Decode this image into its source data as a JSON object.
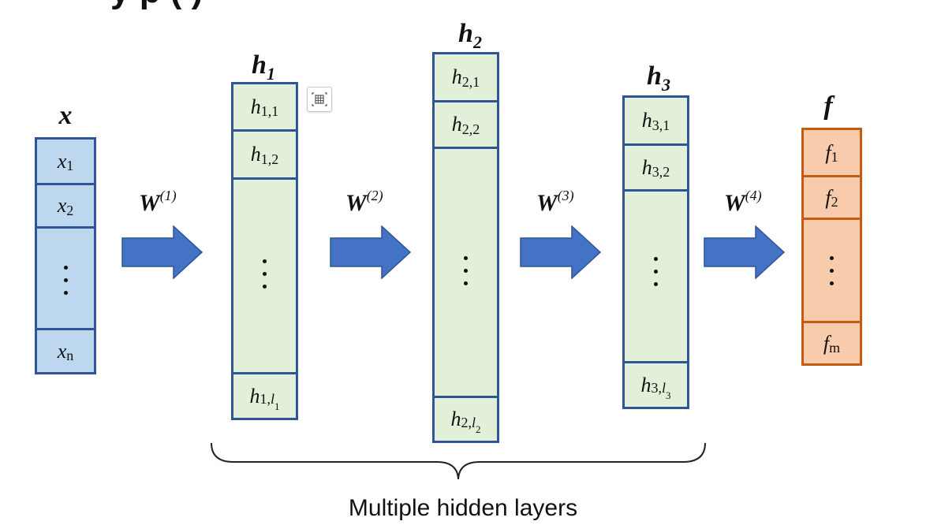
{
  "title_partial": "y        p      (      )",
  "layers": {
    "x": {
      "label": "x",
      "cells": [
        "x",
        "x",
        "x"
      ],
      "subs": [
        "1",
        "2",
        "n"
      ]
    },
    "h1": {
      "label": "h",
      "label_sub": "1",
      "cells": [
        "h",
        "h",
        "h"
      ],
      "subs": [
        "1,1",
        "1,2",
        "1,"
      ],
      "last_sub_var": "l",
      "last_sub_var_sub": "1"
    },
    "h2": {
      "label": "h",
      "label_sub": "2",
      "cells": [
        "h",
        "h",
        "h"
      ],
      "subs": [
        "2,1",
        "2,2",
        "2,"
      ],
      "last_sub_var": "l",
      "last_sub_var_sub": "2"
    },
    "h3": {
      "label": "h",
      "label_sub": "3",
      "cells": [
        "h",
        "h",
        "h"
      ],
      "subs": [
        "3,1",
        "3,2",
        "3,"
      ],
      "last_sub_var": "l",
      "last_sub_var_sub": "3"
    },
    "f": {
      "label": "f",
      "cells": [
        "f",
        "f",
        "f"
      ],
      "subs": [
        "1",
        "2",
        "m"
      ]
    }
  },
  "weights": [
    {
      "label": "W",
      "sup": "(1)"
    },
    {
      "label": "W",
      "sup": "(2)"
    },
    {
      "label": "W",
      "sup": "(3)"
    },
    {
      "label": "W",
      "sup": "(4)"
    }
  ],
  "caption": "Multiple hidden layers",
  "colors": {
    "input_fill": "#bdd7ee",
    "hidden_fill": "#e2f0d9",
    "output_fill": "#f8cbad",
    "blue_border": "#2f5597",
    "orange_border": "#c55a11",
    "arrow_fill": "#4472c4"
  },
  "icons": {
    "toolbar": "table-grid-icon"
  }
}
